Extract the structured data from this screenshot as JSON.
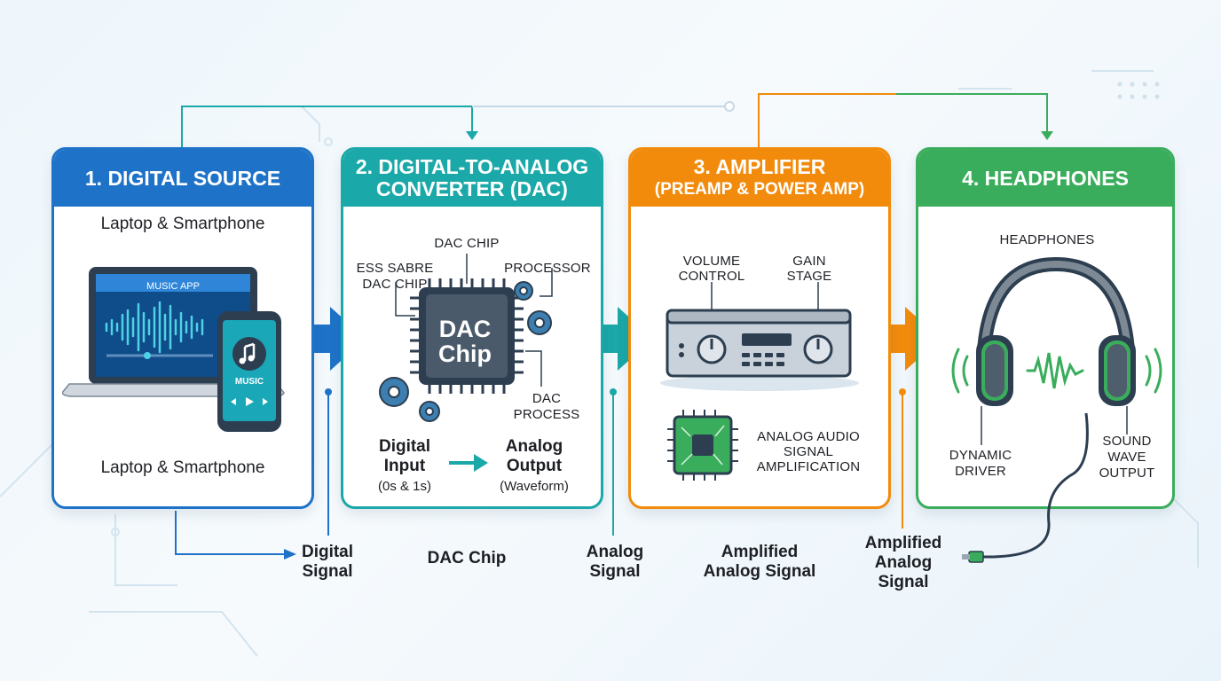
{
  "stages": [
    {
      "title": "1. DIGITAL SOURCE",
      "top_label": "Laptop & Smartphone",
      "bottom_label": "Laptop & Smartphone",
      "screen_label": "MUSIC APP",
      "phone_label": "MUSIC"
    },
    {
      "title_line1": "2. DIGITAL-TO-ANALOG",
      "title_line2": "CONVERTER (DAC)",
      "chip_callout": "DAC CHIP",
      "ess_line1": "ESS SABRE",
      "ess_line2": "DAC CHIP",
      "processor": "PROCESSOR",
      "chip_line1": "DAC",
      "chip_line2": "Chip",
      "process_line1": "DAC",
      "process_line2": "PROCESS",
      "input_line1": "Digital",
      "input_line2": "Input",
      "input_note": "(0s & 1s)",
      "output_line1": "Analog",
      "output_line2": "Output",
      "output_note": "(Waveform)"
    },
    {
      "title": "3. AMPLIFIER",
      "subtitle": "(PREAMP & POWER AMP)",
      "volume_line1": "VOLUME",
      "volume_line2": "CONTROL",
      "gain_line1": "GAIN",
      "gain_line2": "STAGE",
      "amp_line1": "ANALOG AUDIO",
      "amp_line2": "SIGNAL",
      "amp_line3": "AMPLIFICATION"
    },
    {
      "title": "4. HEADPHONES",
      "label": "HEADPHONES",
      "driver_line1": "DYNAMIC",
      "driver_line2": "DRIVER",
      "wave_line1": "SOUND",
      "wave_line2": "WAVE",
      "wave_line3": "OUTPUT"
    }
  ],
  "signals": {
    "digital_line1": "Digital",
    "digital_line2": "Signal",
    "dac": "DAC Chip",
    "analog_line1": "Analog",
    "analog_line2": "Signal",
    "amplified_line1": "Amplified",
    "amplified_line2": "Analog Signal",
    "amplified2_line1": "Amplified",
    "amplified2_line2": "Analog",
    "amplified2_line3": "Signal"
  },
  "colors": {
    "source": "#1e73c8",
    "dac": "#1ba8a8",
    "amplifier": "#f28b0c",
    "headphones": "#3aad5c"
  }
}
